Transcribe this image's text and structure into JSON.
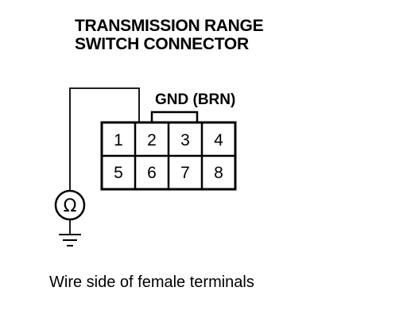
{
  "title": {
    "line1": "TRANSMISSION RANGE",
    "line2": "SWITCH CONNECTOR"
  },
  "ground_label": "GND (BRN)",
  "connector": {
    "rows": [
      [
        "1",
        "2",
        "3",
        "4"
      ],
      [
        "5",
        "6",
        "7",
        "8"
      ]
    ],
    "ground_terminal": "2"
  },
  "meter": {
    "symbol": "Ω",
    "icon": "ohmmeter-icon"
  },
  "ground_icon": "ground-symbol-icon",
  "caption": "Wire side of female terminals"
}
